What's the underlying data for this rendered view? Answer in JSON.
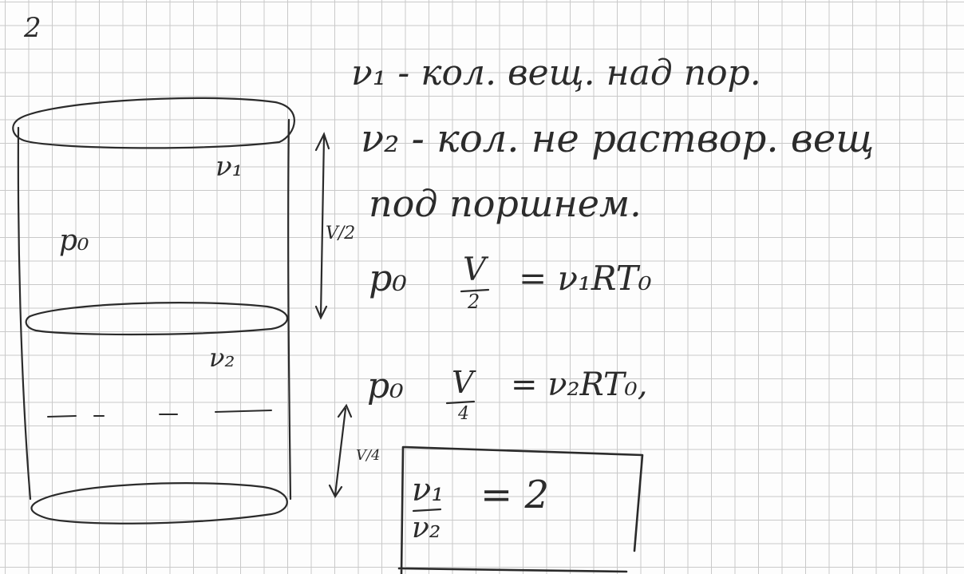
{
  "problem_number": "2",
  "text_lines": [
    "ν₁ - кол. вещ. над пор.",
    "ν₂ - кол. не раствор. вещ",
    "под поршнем."
  ],
  "diagram": {
    "label_top": "ν₁",
    "label_left": "p₀",
    "label_bottom": "ν₂",
    "arrow_upper_label": "V/2",
    "arrow_lower_label": "V/4"
  },
  "equations": {
    "eq1_left": "p₀",
    "eq1_frac_num": "V",
    "eq1_frac_den": "2",
    "eq1_right": "= ν₁RT₀",
    "eq2_left": "p₀",
    "eq2_frac_num": "V",
    "eq2_frac_den": "4",
    "eq2_right": "= ν₂RT₀,"
  },
  "answer": {
    "num": "ν₁",
    "den": "ν₂",
    "value": "= 2"
  }
}
